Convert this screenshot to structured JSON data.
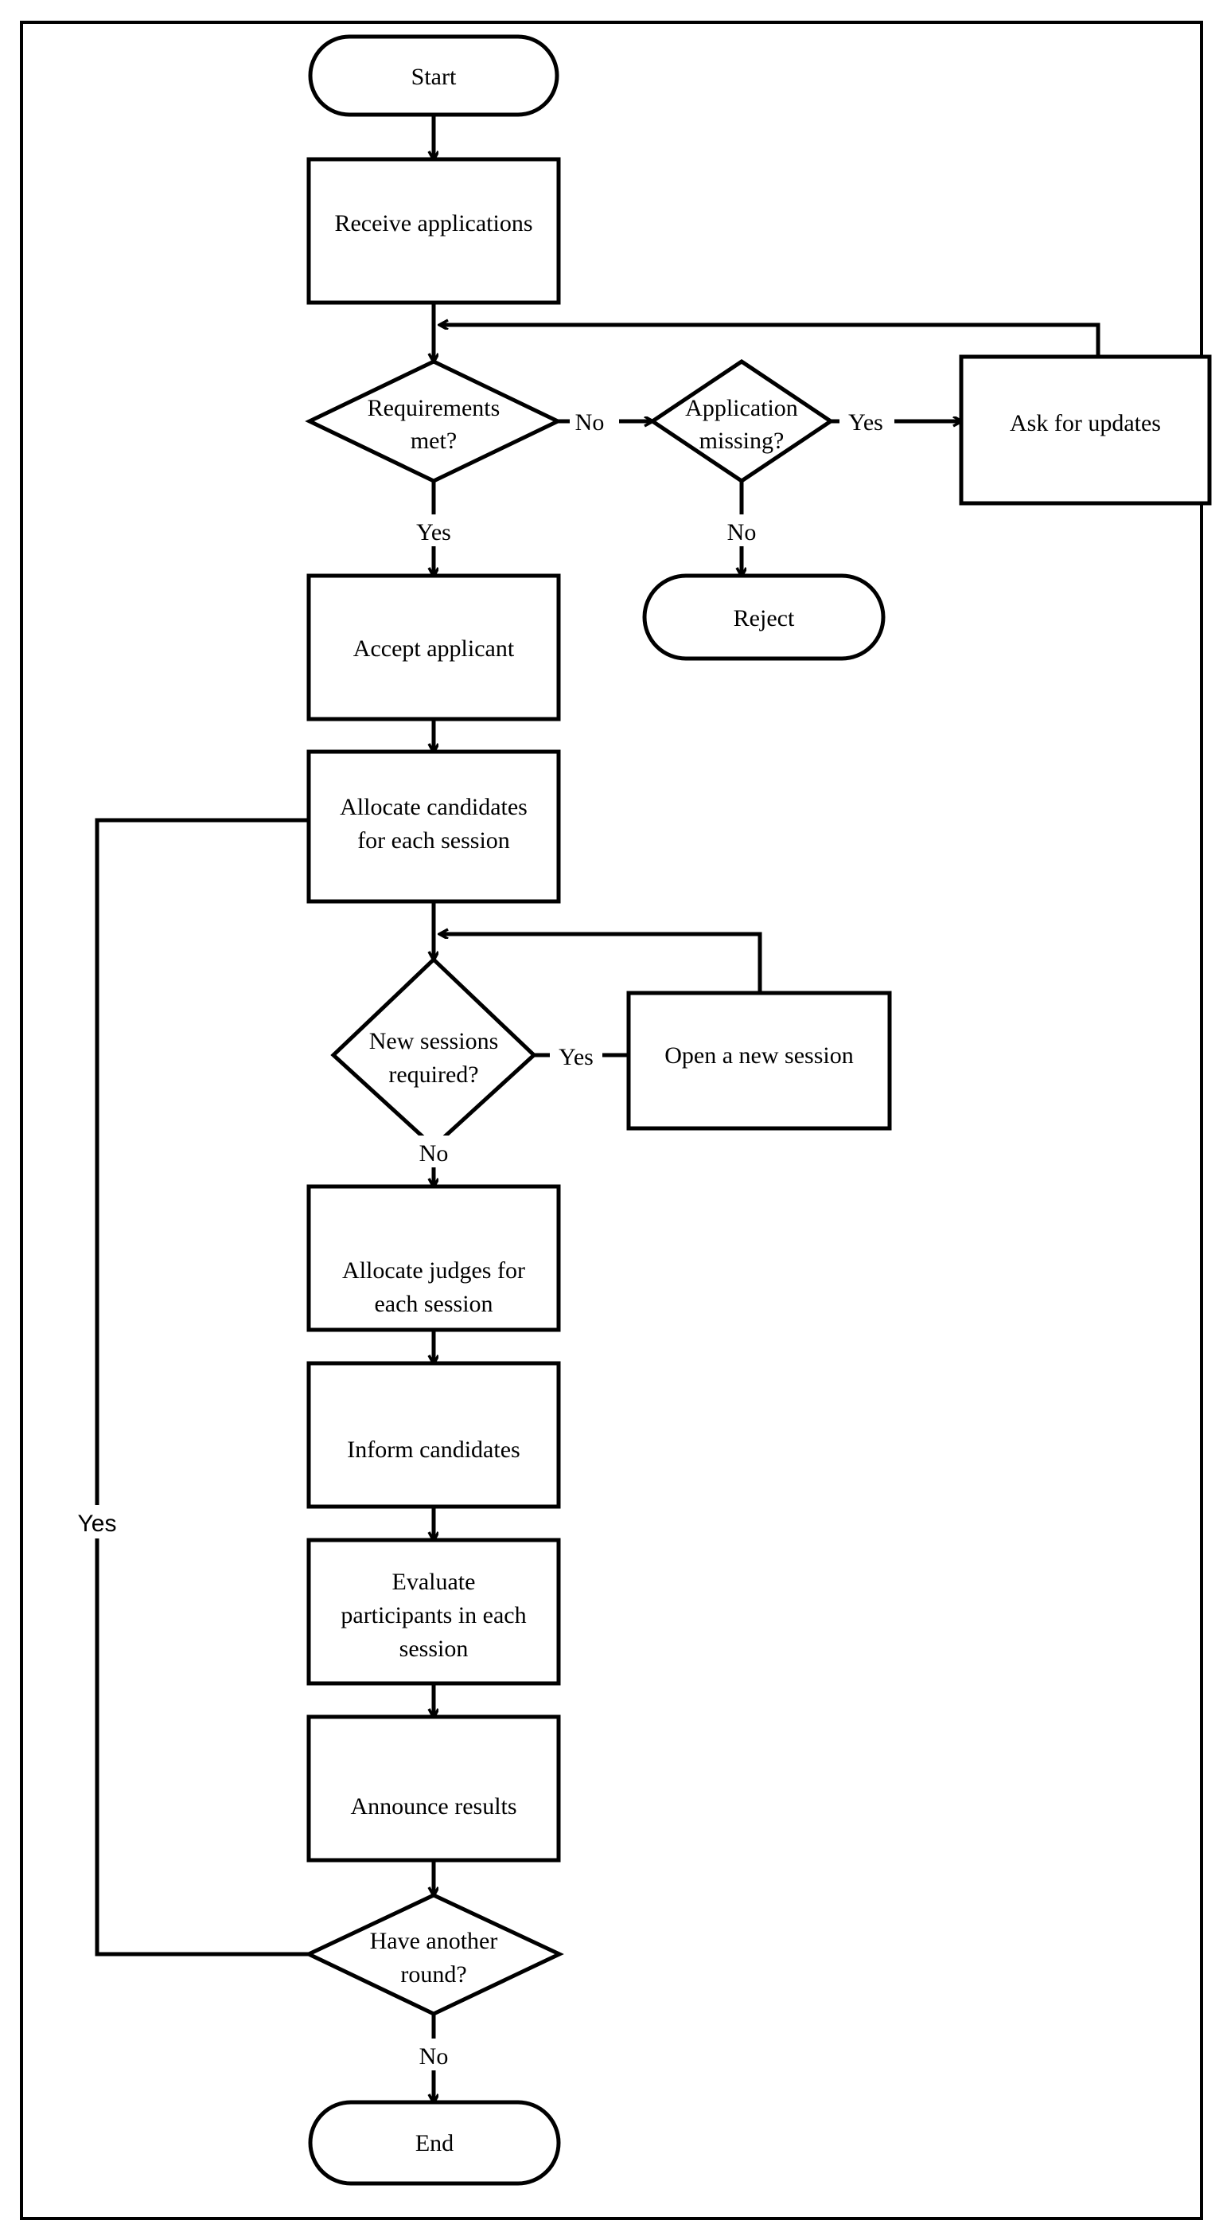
{
  "diagram": {
    "title": "Competition application and session management flowchart",
    "frame": {
      "stroke": "#000000",
      "fill": "#ffffff"
    },
    "nodes": [
      {
        "id": "start",
        "shape": "terminator",
        "label": "Start",
        "lines": [
          "Start"
        ]
      },
      {
        "id": "receive",
        "shape": "process",
        "label": "Receive applications",
        "lines": [
          "Receive applications"
        ]
      },
      {
        "id": "req",
        "shape": "decision",
        "label": "Requirements met?",
        "lines": [
          "Requirements",
          "met?"
        ]
      },
      {
        "id": "appmiss",
        "shape": "decision",
        "label": "Application missing?",
        "lines": [
          "Application",
          "missing?"
        ]
      },
      {
        "id": "askupd",
        "shape": "process",
        "label": "Ask for updates",
        "lines": [
          "Ask for updates"
        ]
      },
      {
        "id": "reject",
        "shape": "terminator",
        "label": "Reject",
        "lines": [
          "Reject"
        ]
      },
      {
        "id": "accept",
        "shape": "process",
        "label": "Accept applicant",
        "lines": [
          "Accept applicant"
        ]
      },
      {
        "id": "alloccand",
        "shape": "process",
        "label": "Allocate candidates for each session",
        "lines": [
          "Allocate candidates",
          "for each session"
        ]
      },
      {
        "id": "newsess",
        "shape": "decision",
        "label": "New sessions required?",
        "lines": [
          "New sessions",
          "required?"
        ]
      },
      {
        "id": "opensess",
        "shape": "process",
        "label": "Open a new session",
        "lines": [
          "Open a new session"
        ]
      },
      {
        "id": "allocjudge",
        "shape": "process",
        "label": "Allocate judges for each session",
        "lines": [
          "Allocate judges for",
          "each session"
        ]
      },
      {
        "id": "inform",
        "shape": "process",
        "label": "Inform candidates",
        "lines": [
          "Inform candidates"
        ]
      },
      {
        "id": "evaluate",
        "shape": "process",
        "label": "Evaluate participants in each session",
        "lines": [
          "Evaluate",
          "participants in each",
          "session"
        ]
      },
      {
        "id": "announce",
        "shape": "process",
        "label": "Announce results",
        "lines": [
          "Announce results"
        ]
      },
      {
        "id": "another",
        "shape": "decision",
        "label": "Have another round?",
        "lines": [
          "Have another",
          "round?"
        ]
      },
      {
        "id": "end",
        "shape": "terminator",
        "label": "End",
        "lines": [
          "End"
        ]
      }
    ],
    "edge_labels": [
      {
        "id": "req-no",
        "text": "No",
        "from": "req",
        "to": "appmiss"
      },
      {
        "id": "req-yes",
        "text": "Yes",
        "from": "req",
        "to": "accept"
      },
      {
        "id": "appmiss-yes",
        "text": "Yes",
        "from": "appmiss",
        "to": "askupd"
      },
      {
        "id": "appmiss-no",
        "text": "No",
        "from": "appmiss",
        "to": "reject"
      },
      {
        "id": "newsess-yes",
        "text": "Yes",
        "from": "newsess",
        "to": "opensess"
      },
      {
        "id": "newsess-no",
        "text": "No",
        "from": "newsess",
        "to": "allocjudge"
      },
      {
        "id": "another-yes",
        "text": "Yes",
        "from": "another",
        "to": "alloccand"
      },
      {
        "id": "another-no",
        "text": "No",
        "from": "another",
        "to": "end"
      }
    ]
  }
}
